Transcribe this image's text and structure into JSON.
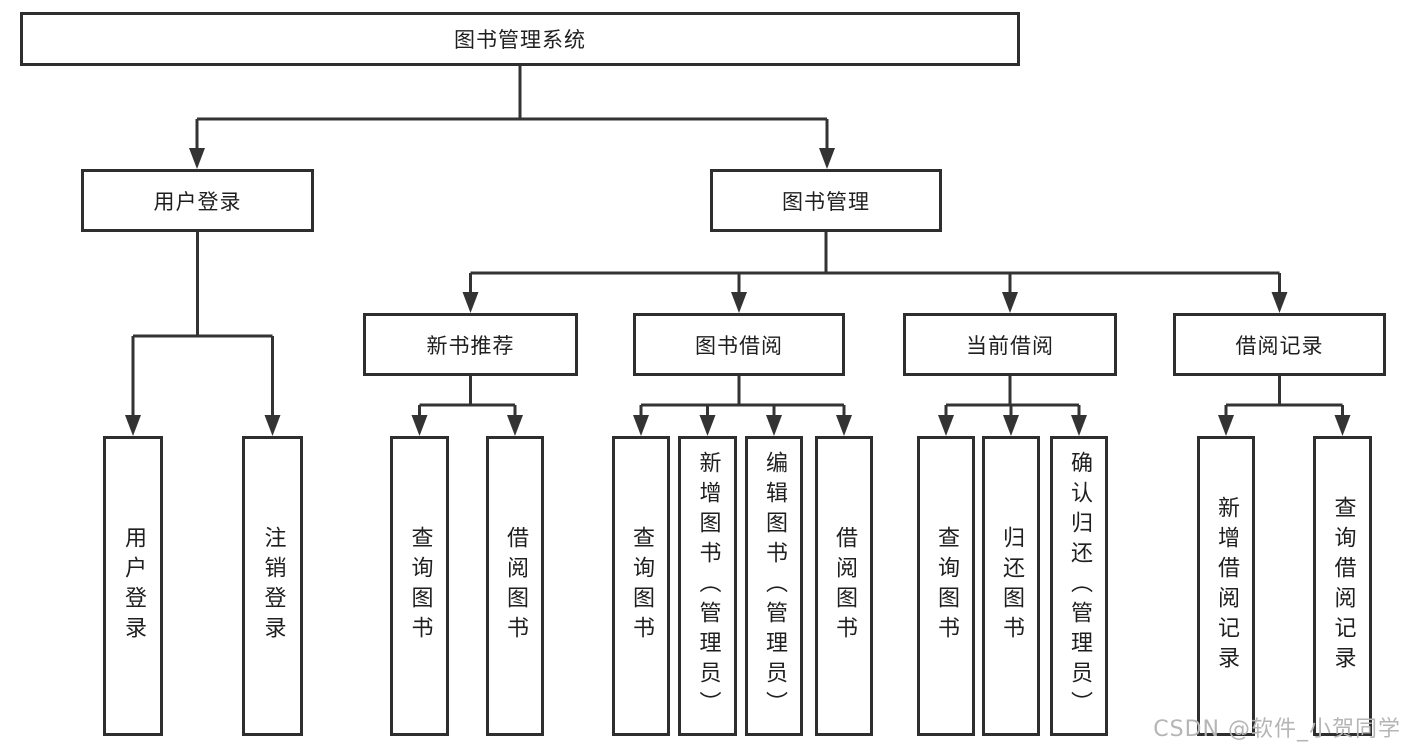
{
  "diagram_title": "图书管理系统",
  "nodes": {
    "root": "图书管理系统",
    "user_login": "用户登录",
    "book_mgmt": "图书管理",
    "new_book_rec": "新书推荐",
    "book_borrow": "图书借阅",
    "current_borrow": "当前借阅",
    "borrow_record": "借阅记录",
    "leaf_user_login": "用户登录",
    "leaf_logout": "注销登录",
    "leaf_nbr_query_book": "查询图书",
    "leaf_nbr_borrow_book": "借阅图书",
    "leaf_bb_query_book": "查询图书",
    "leaf_bb_add_book": "新增图书（管理员）",
    "leaf_bb_edit_book": "编辑图书（管理员）",
    "leaf_bb_borrow_book": "借阅图书",
    "leaf_cb_query_book": "查询图书",
    "leaf_cb_return_book": "归还图书",
    "leaf_cb_confirm_return": "确认归还（管理员）",
    "leaf_br_add_record": "新增借阅记录",
    "leaf_br_query_record": "查询借阅记录"
  },
  "hierarchy": {
    "图书管理系统": [
      "用户登录",
      "图书管理"
    ],
    "用户登录": [
      "用户登录",
      "注销登录"
    ],
    "图书管理": [
      "新书推荐",
      "图书借阅",
      "当前借阅",
      "借阅记录"
    ],
    "新书推荐": [
      "查询图书",
      "借阅图书"
    ],
    "图书借阅": [
      "查询图书",
      "新增图书（管理员）",
      "编辑图书（管理员）",
      "借阅图书"
    ],
    "当前借阅": [
      "查询图书",
      "归还图书",
      "确认归还（管理员）"
    ],
    "借阅记录": [
      "新增借阅记录",
      "查询借阅记录"
    ]
  },
  "watermark": "CSDN @软件_小贺同学",
  "colors": {
    "background": "#ffffff",
    "line": "#333333",
    "box_border": "#2e2e2e",
    "text": "#1f1f1f",
    "watermark": "#b5b5b5"
  }
}
